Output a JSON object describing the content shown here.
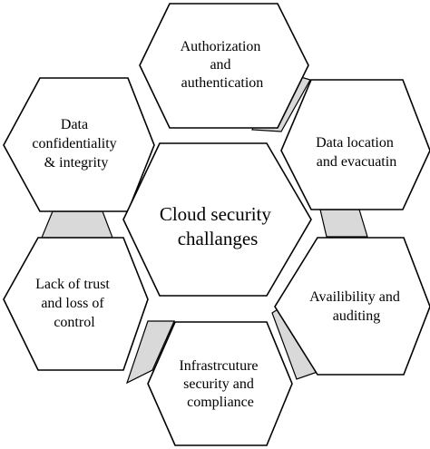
{
  "center": {
    "lines": [
      "Cloud security",
      "challanges"
    ]
  },
  "nodes": [
    {
      "id": "authorization",
      "lines": [
        "Authorization",
        "and",
        "authentication"
      ]
    },
    {
      "id": "data-location",
      "lines": [
        "Data location",
        "and evacuatin"
      ]
    },
    {
      "id": "availability",
      "lines": [
        "Availibility and",
        "auditing"
      ]
    },
    {
      "id": "infrastructure",
      "lines": [
        "Infrastrcuture",
        "security and",
        "compliance"
      ]
    },
    {
      "id": "lack-of-trust",
      "lines": [
        "Lack of trust",
        "and loss of",
        "control"
      ]
    },
    {
      "id": "data-confidentiality",
      "lines": [
        "Data",
        "confidentiality",
        "& integrity"
      ]
    }
  ],
  "colors": {
    "hex_fill": "#ffffff",
    "connector_fill": "#d9d9d9",
    "stroke": "#000000"
  }
}
